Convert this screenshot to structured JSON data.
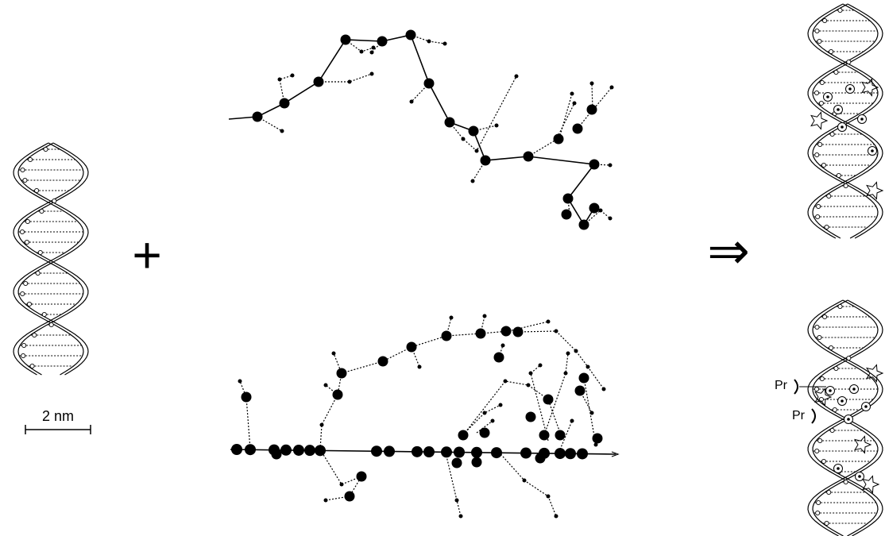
{
  "scale_bar": {
    "label": "2 nm"
  },
  "operators": {
    "plus": "+",
    "arrow": "⇒"
  },
  "products": {
    "protein_label_1": "Pr",
    "protein_label_2": "Pr"
  }
}
